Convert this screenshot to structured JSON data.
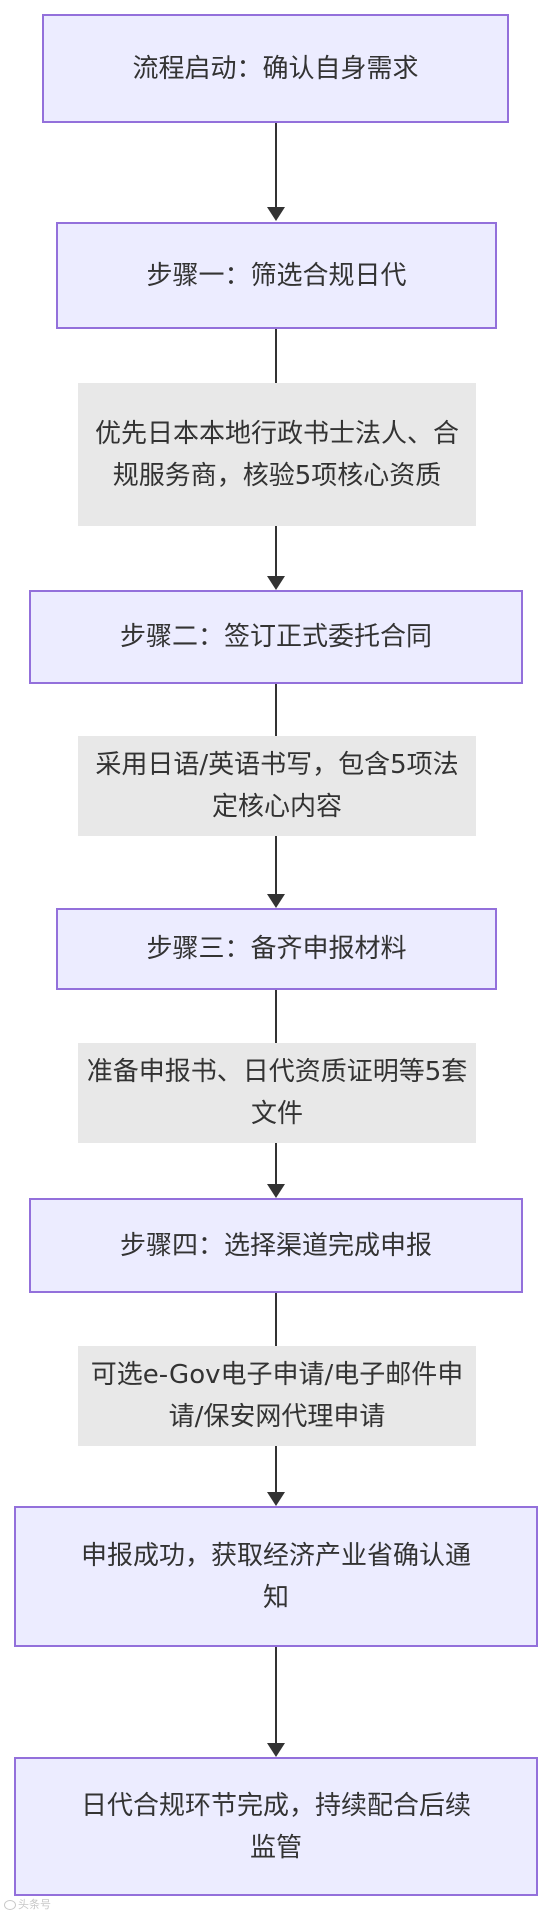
{
  "nodes": [
    {
      "id": "start",
      "text": "流程启动：确认自身需求"
    },
    {
      "id": "step1",
      "text": "步骤一：筛选合规日代"
    },
    {
      "id": "step2",
      "text": "步骤二：签订正式委托合同"
    },
    {
      "id": "step3",
      "text": "步骤三：备齐申报材料"
    },
    {
      "id": "step4",
      "text": "步骤四：选择渠道完成申报"
    },
    {
      "id": "success",
      "text": "申报成功，获取经济产业省确认通知"
    },
    {
      "id": "end",
      "text": "日代合规环节完成，持续配合后续监管"
    }
  ],
  "edge_labels": [
    {
      "from": "step1",
      "to": "step2",
      "text": "优先日本本地行政书士法人、合规服务商，核验5项核心资质"
    },
    {
      "from": "step2",
      "to": "step3",
      "text": "采用日语/英语书写，包含5项法定核心内容"
    },
    {
      "from": "step3",
      "to": "step4",
      "text": "准备申报书、日代资质证明等5套文件"
    },
    {
      "from": "step4",
      "to": "success",
      "text": "可选e-Gov电子申请/电子邮件申请/保安网代理申请"
    }
  ],
  "colors": {
    "node_fill": "#ececff",
    "node_border": "#9370db",
    "label_fill": "#e8e8e8",
    "edge": "#333333",
    "text": "#333333"
  },
  "watermark": "头条号"
}
